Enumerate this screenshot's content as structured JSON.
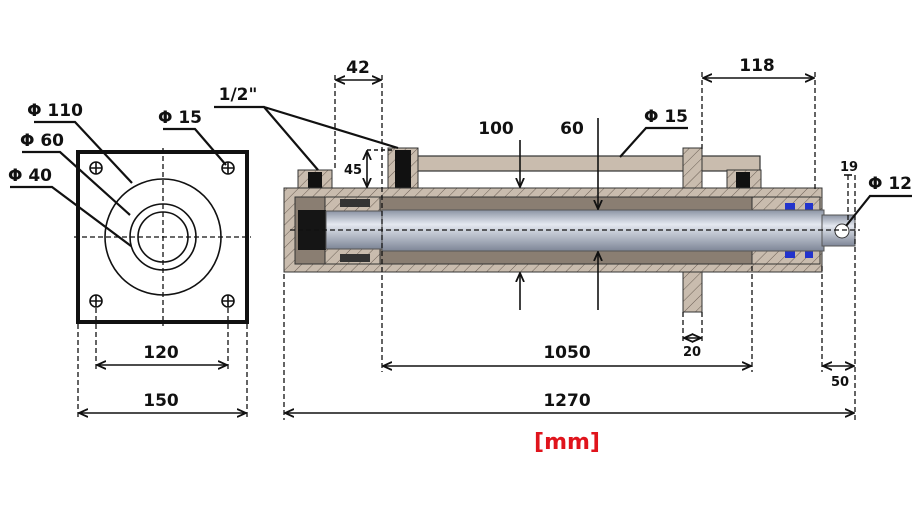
{
  "front_view": {
    "dims": {
      "outer_diameter": "Φ 110",
      "mid_diameter": "Φ 60",
      "bore_diameter": "Φ 40",
      "hole_diameter": "Φ 15",
      "hole_spacing": "120",
      "width": "150"
    }
  },
  "side_view": {
    "dims": {
      "port_thread": "1/2\"",
      "port_offset": "42",
      "port_height": "45",
      "tube_diameter": "100",
      "rod_diameter": "60",
      "pipe_diameter": "Φ 15",
      "right_offset": "118",
      "pin_offset": "19",
      "pin_hole": "Φ 12",
      "stroke": "1050",
      "bracket_width": "20",
      "rod_end": "50",
      "total_length": "1270"
    }
  },
  "unit_label": "[mm]",
  "colors": {
    "unit": "#e0141c",
    "body": "#c9bcae",
    "rod": "#b8bfcc",
    "seal": "#2233cc"
  }
}
